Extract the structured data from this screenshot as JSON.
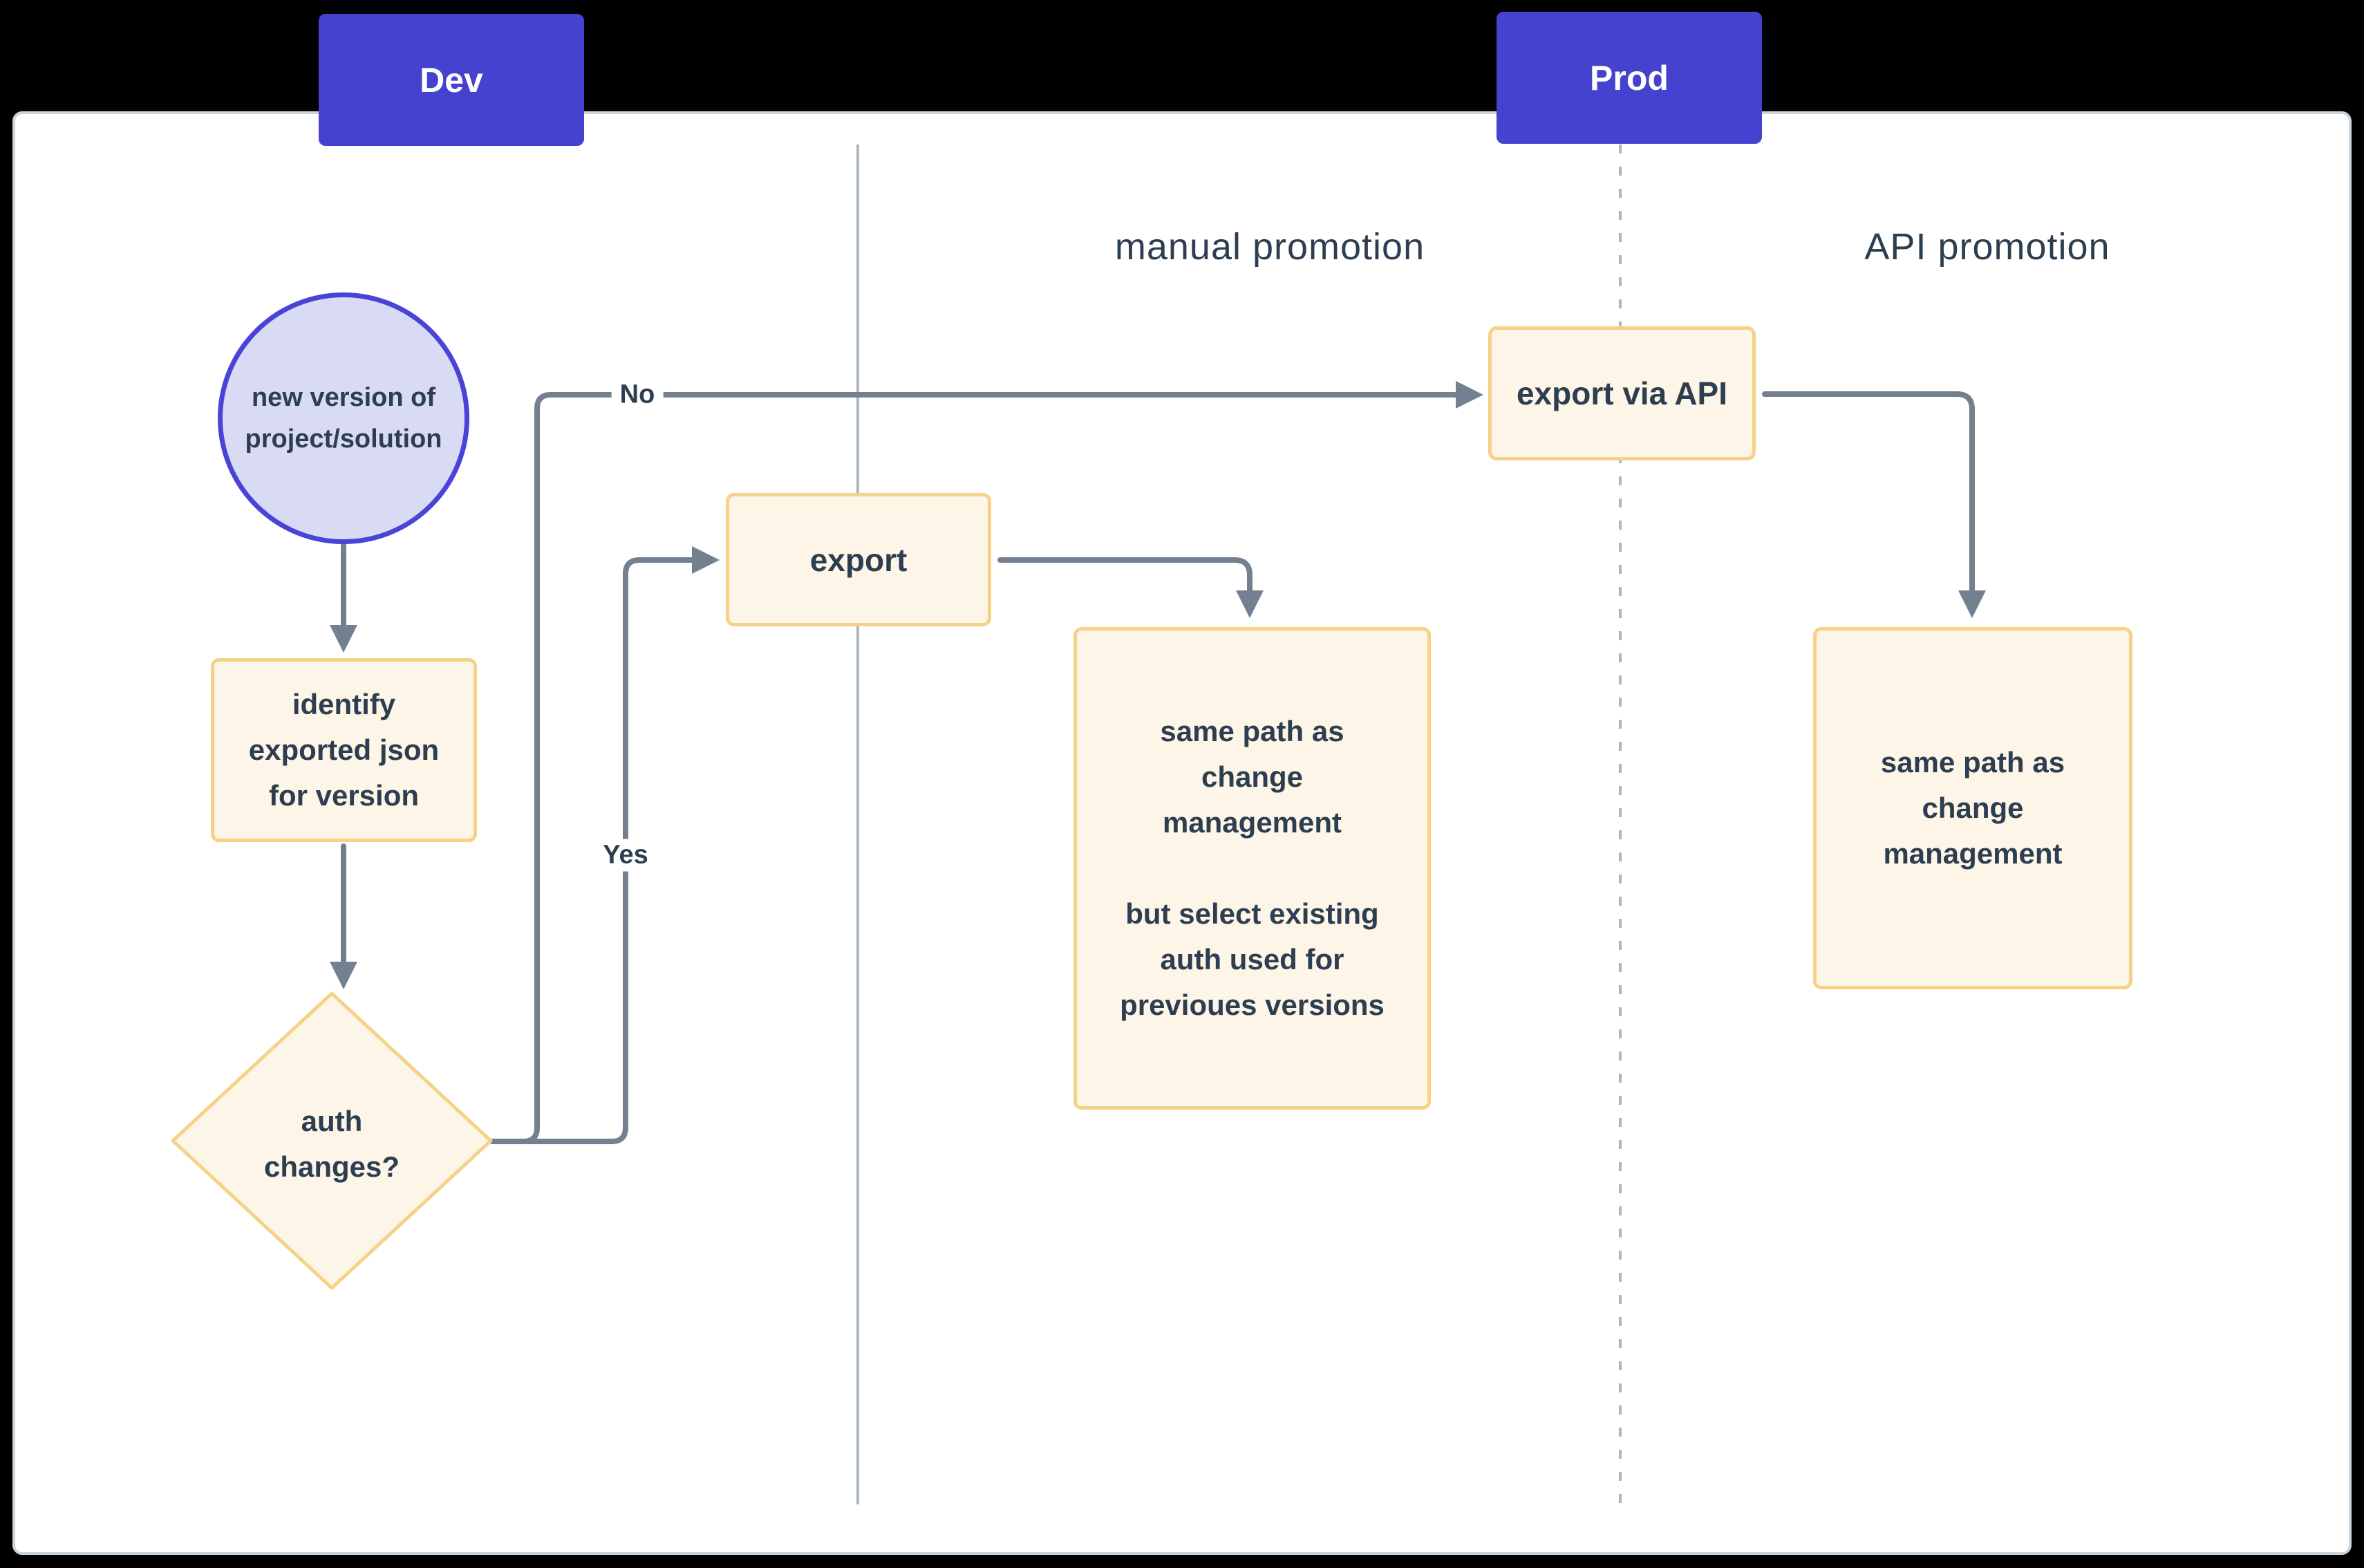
{
  "colors": {
    "page_bg": "#000000",
    "canvas_border": "#c9d4dd",
    "tab_bg": "#4542d0",
    "tab_text": "#ffffff",
    "circle_fill": "#d9daf3",
    "circle_stroke": "#4a43d8",
    "node_fill": "#fdf5e7",
    "node_stroke": "#f5d287",
    "connector": "#72808f",
    "lane_line": "#aab6c1",
    "text": "#2c3e50"
  },
  "lanes": {
    "dev_tab": "Dev",
    "prod_tab": "Prod",
    "manual_title": "manual promotion",
    "api_title": "API promotion"
  },
  "edge_labels": {
    "no": "No",
    "yes": "Yes"
  },
  "nodes": {
    "start_circle": {
      "lines": [
        "new version of",
        "project/solution"
      ]
    },
    "identify_box": {
      "lines": [
        "identify",
        "exported json",
        "for version"
      ]
    },
    "auth_diamond": {
      "lines": [
        "auth",
        "changes?"
      ]
    },
    "export_box": {
      "label": "export"
    },
    "export_api_box": {
      "label": "export via API"
    },
    "manual_same_path_box": {
      "paragraphs": [
        [
          "same path as",
          "change",
          "management"
        ],
        [
          "but select existing",
          "auth used for",
          "previoues versions"
        ]
      ]
    },
    "api_same_path_box": {
      "lines": [
        "same path as",
        "change",
        "management"
      ]
    }
  }
}
